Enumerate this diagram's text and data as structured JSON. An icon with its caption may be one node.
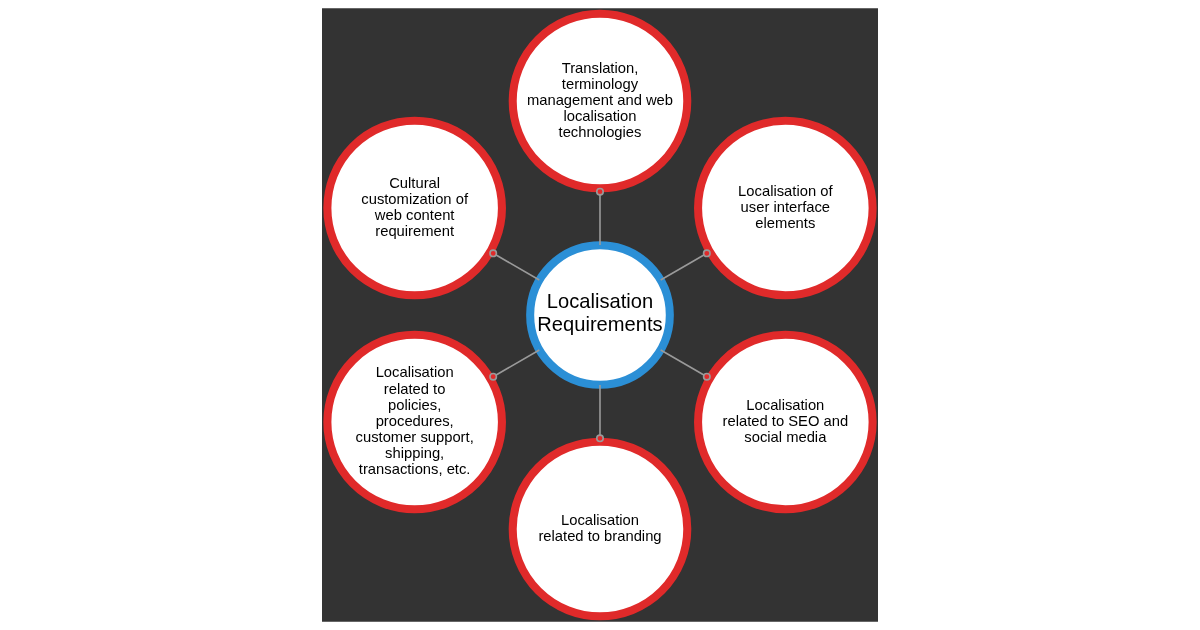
{
  "diagram": {
    "nodes": [
      {
        "text": [
          "Localisation Requirements"
        ]
      },
      {
        "text": [
          "Localisation of user interface elements"
        ]
      },
      {
        "text": [
          "Translation, terminology management and web localisation technologies"
        ]
      },
      {
        "text": [
          "Cultural customization of web content requirement"
        ]
      },
      {
        "text": [
          "Localisation related to policies, procedures, customer support, shipping, transactions, etc."
        ]
      },
      {
        "text": [
          "Localisation related to branding"
        ]
      },
      {
        "text": [
          "Localisation related to SEO and social media"
        ]
      }
    ],
    "edges": [
      {
        "from": 0,
        "to": 1,
        "arrow": "other"
      },
      {
        "from": 0,
        "to": 2,
        "arrow": "other"
      },
      {
        "from": 0,
        "to": 3,
        "arrow": "other"
      },
      {
        "from": 0,
        "to": 4,
        "arrow": "other"
      },
      {
        "from": 0,
        "to": 5,
        "arrow": "other"
      },
      {
        "from": 0,
        "to": 6,
        "arrow": "other"
      }
    ]
  }
}
